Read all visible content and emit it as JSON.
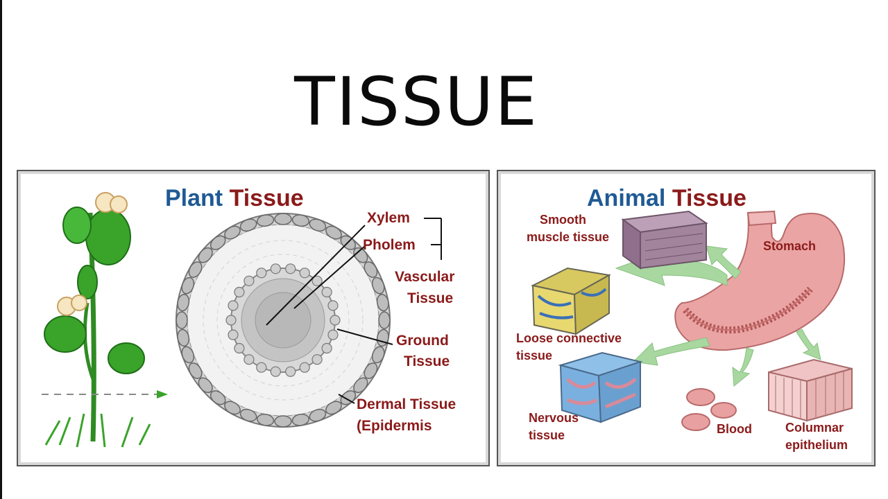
{
  "slide": {
    "title": "TISSUE"
  },
  "plant_panel": {
    "heading_word1": "Plant",
    "heading_word2": "Tissue",
    "labels": {
      "xylem": "Xylem",
      "pholem": "Pholem",
      "vascular_line1": "Vascular",
      "vascular_line2": "Tissue",
      "ground_line1": "Ground",
      "ground_line2": "Tissue",
      "dermal_line1": "Dermal Tissue",
      "dermal_line2": "(Epidermis"
    }
  },
  "animal_panel": {
    "heading_word1": "Animal",
    "heading_word2": "Tissue",
    "labels": {
      "smooth_line1": "Smooth",
      "smooth_line2": "muscle tissue",
      "stomach": "Stomach",
      "loose_line1": "Loose connective",
      "loose_line2": "tissue",
      "nervous_line1": "Nervous",
      "nervous_line2": "tissue",
      "blood": "Blood",
      "columnar_line1": "Columnar",
      "columnar_line2": "epithelium"
    }
  },
  "colors": {
    "heading_blue": "#1f5a94",
    "label_red": "#8b1a1a",
    "plant_green": "#3aa32a",
    "stomach_pink": "#e8a0a0",
    "arrow_green": "#a8d8a0"
  }
}
